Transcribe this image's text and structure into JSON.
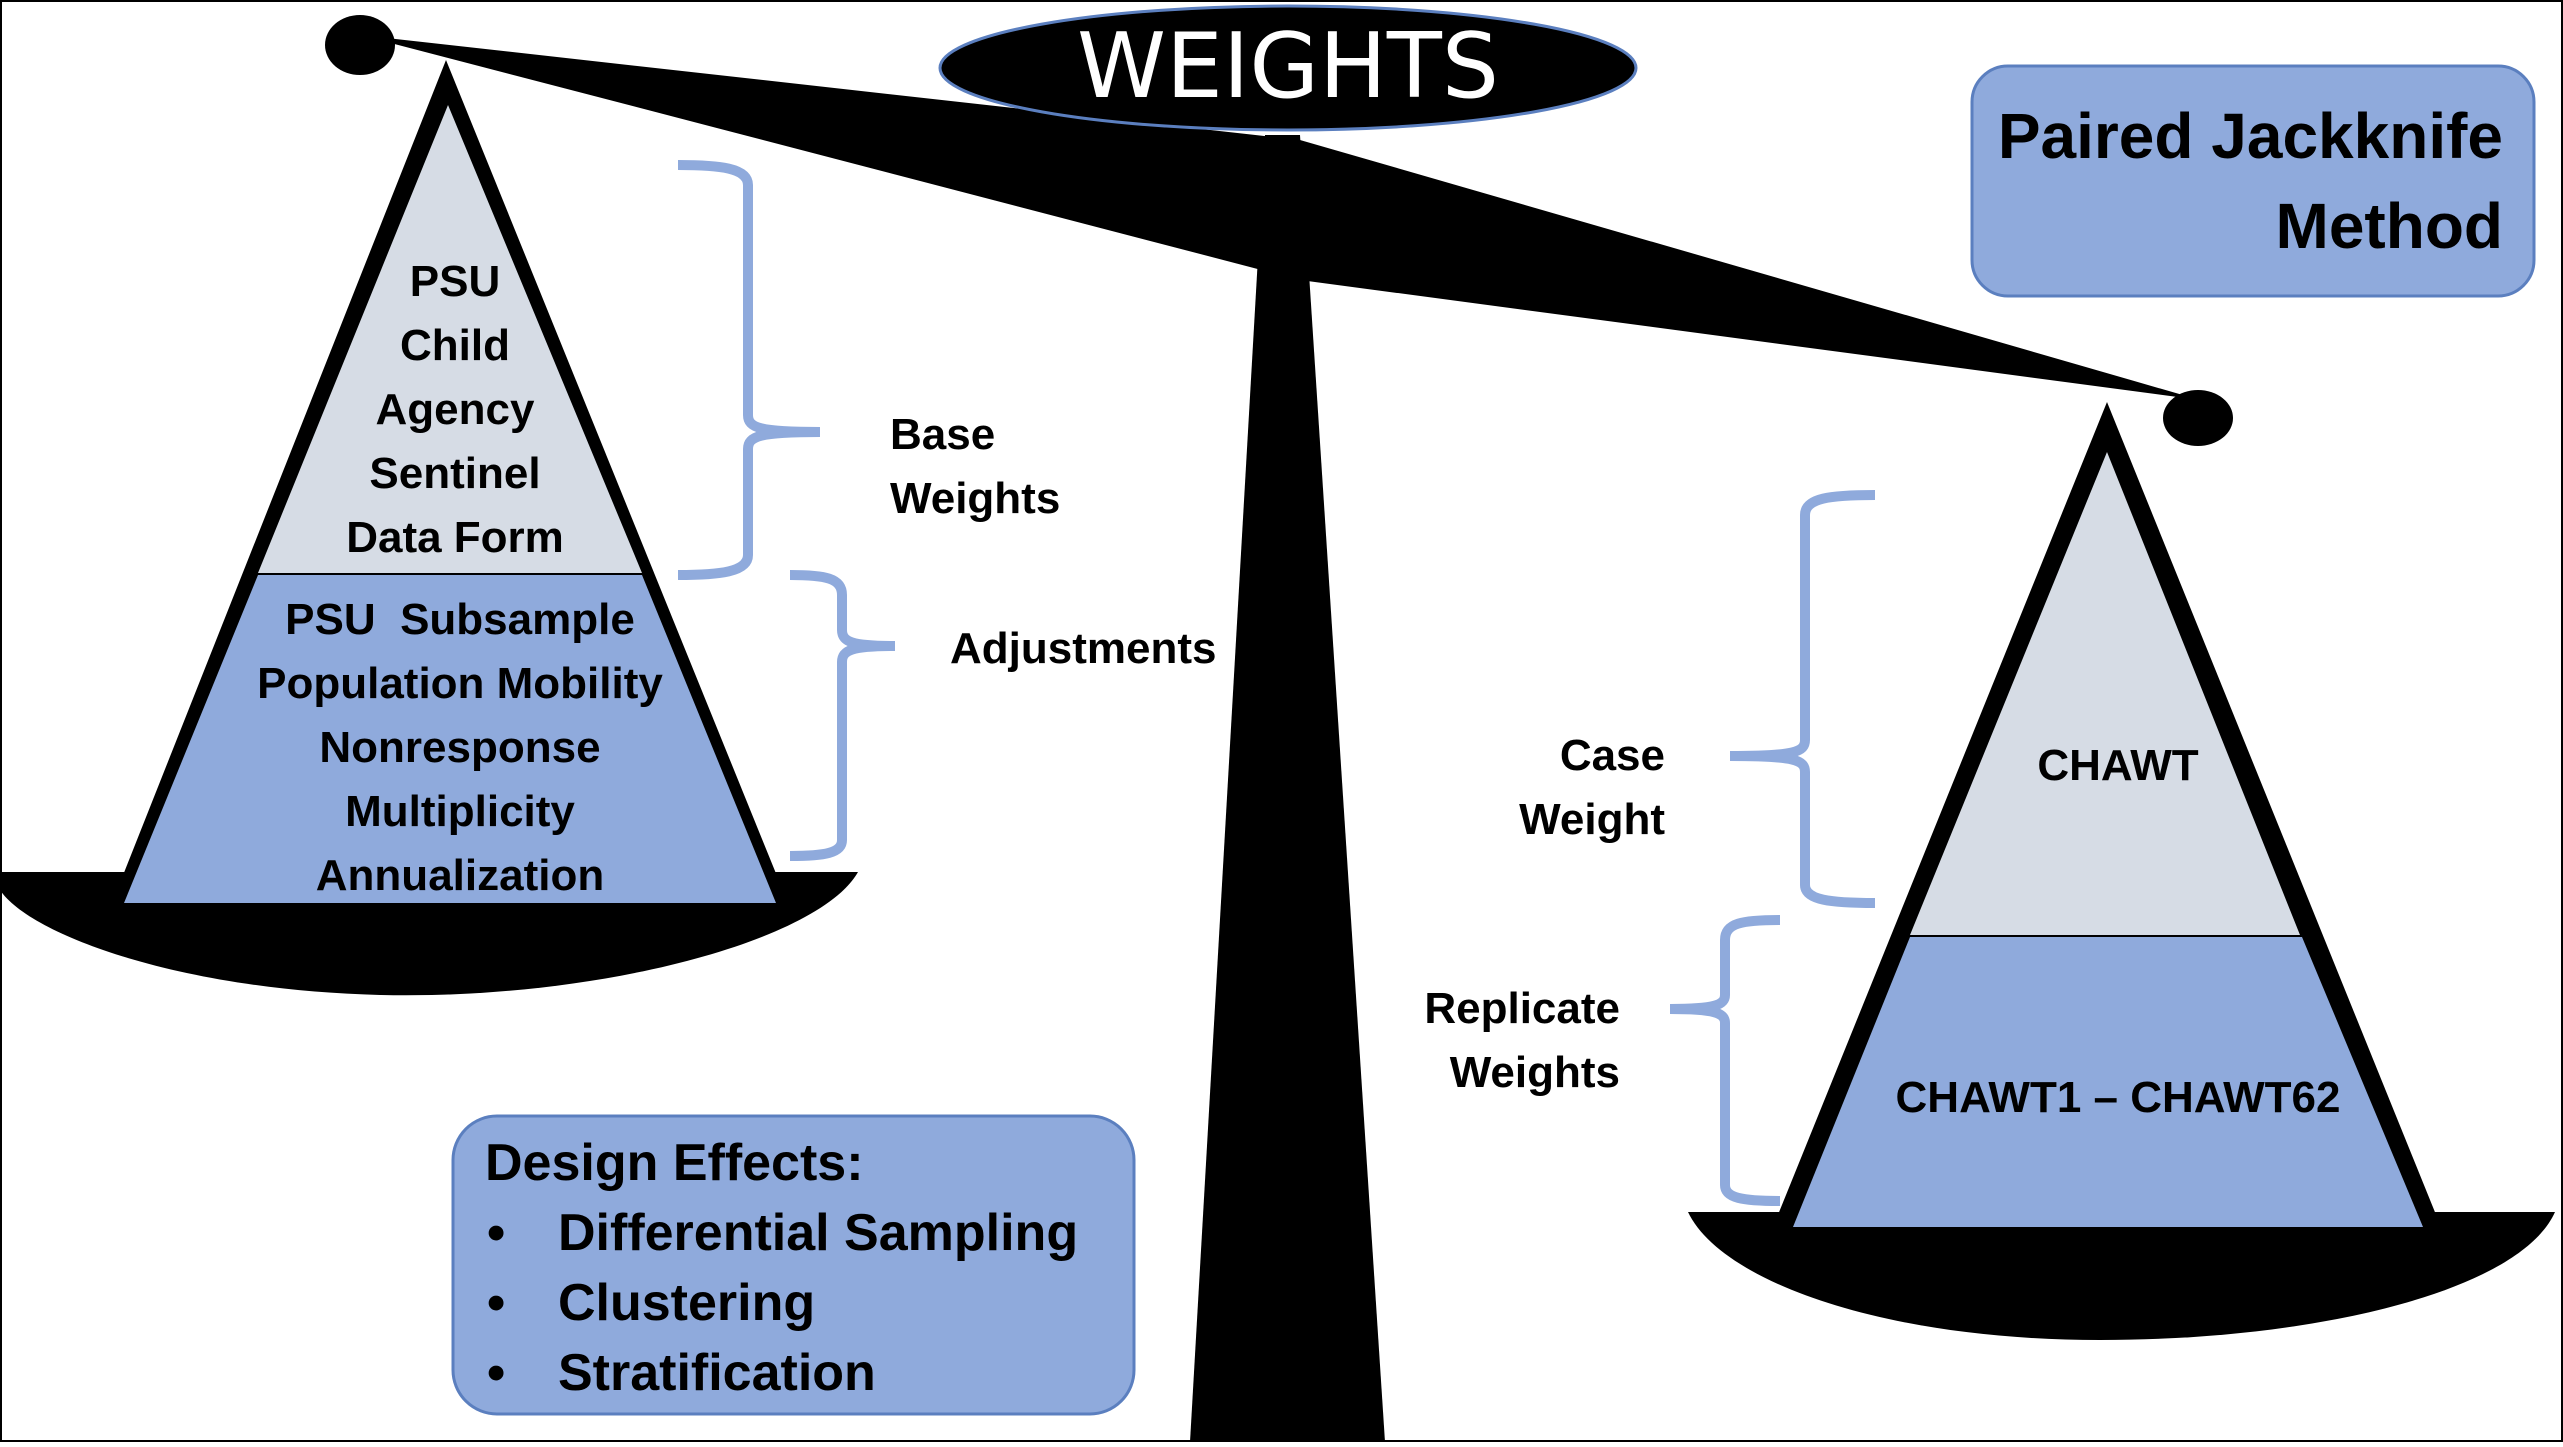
{
  "title": "WEIGHTS",
  "method_box": {
    "line1": "Paired Jackknife",
    "line2": "Method"
  },
  "left_pan": {
    "base_items": [
      "PSU",
      "Child",
      "Agency",
      "Sentinel",
      "Data Form"
    ],
    "adjustment_items": [
      "PSU  Subsample",
      "Population Mobility",
      "Nonresponse",
      "Multiplicity",
      "Annualization"
    ]
  },
  "left_labels": {
    "base_line1": "Base",
    "base_line2": "Weights",
    "adjustments": "Adjustments"
  },
  "right_pan": {
    "case_item": "CHAWT",
    "replicate_item": "CHAWT1 – CHAWT62"
  },
  "right_labels": {
    "case_line1": "Case",
    "case_line2": "Weight",
    "replicate_line1": "Replicate",
    "replicate_line2": "Weights"
  },
  "design_effects": {
    "heading": "Design Effects:",
    "bullet": "•",
    "items": [
      "Differential Sampling",
      "Clustering",
      "Stratification"
    ]
  },
  "colors": {
    "light_fill": "#d6dce5",
    "blue_fill": "#8faadc",
    "box_border": "#5b7fbf",
    "brace": "#8faadc",
    "black": "#000000"
  }
}
